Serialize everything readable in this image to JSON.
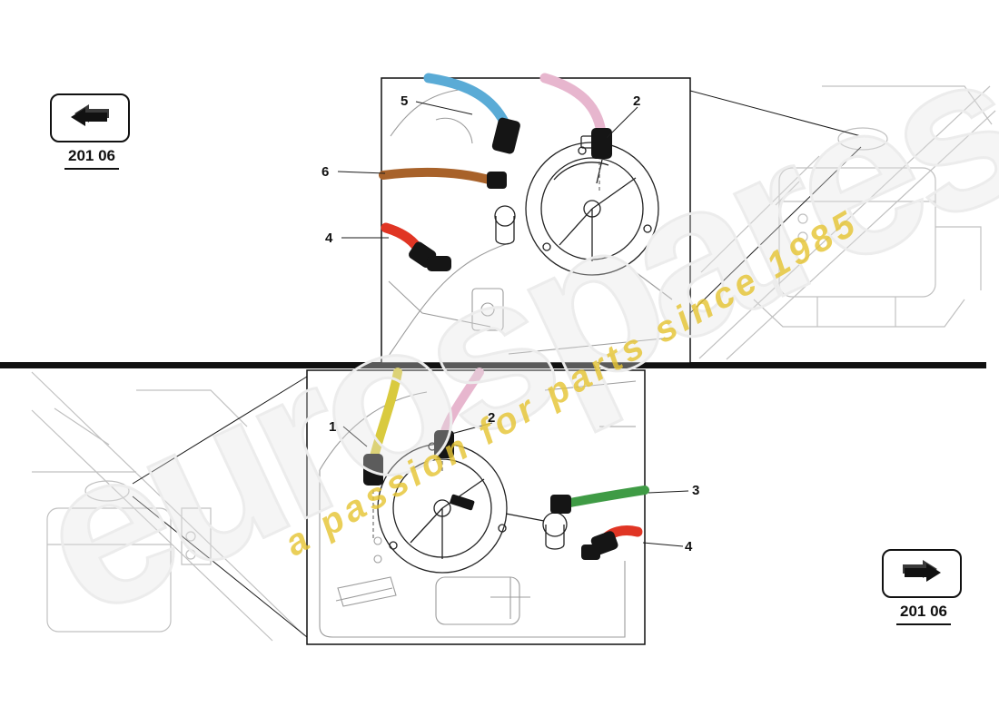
{
  "badges": {
    "top_left": {
      "label": "201 06"
    },
    "bottom_right": {
      "label": "201 06"
    }
  },
  "watermark": {
    "text": "a passion for parts since 1985",
    "ghost_text": "eurospares"
  },
  "colors": {
    "hose_blue": "#5aabd6",
    "hose_pink": "#e7b6ce",
    "hose_brown": "#a8622a",
    "hose_red": "#e03524",
    "hose_yellow": "#d9ca3e",
    "hose_green": "#3f9b45",
    "line_dark": "#1a1a1a",
    "line_faint": "#c0c0c0",
    "watermark_yellow": "#e5c435"
  },
  "diagrams": {
    "top": {
      "callouts": [
        {
          "number": "5"
        },
        {
          "number": "2"
        },
        {
          "number": "6"
        },
        {
          "number": "4"
        }
      ]
    },
    "bottom": {
      "callouts": [
        {
          "number": "1"
        },
        {
          "number": "2"
        },
        {
          "number": "3"
        },
        {
          "number": "4"
        }
      ]
    }
  }
}
